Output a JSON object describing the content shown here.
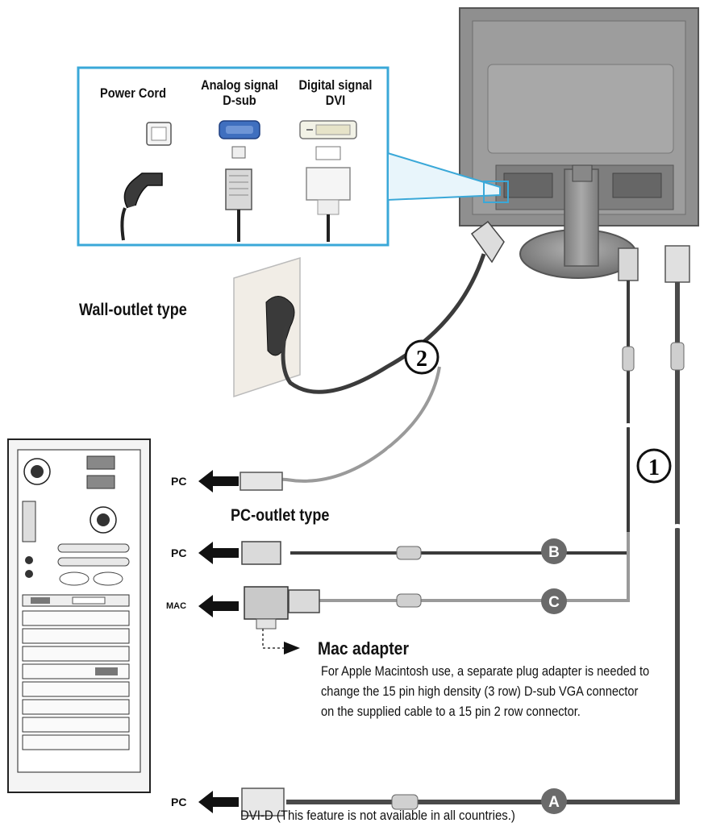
{
  "inset": {
    "power_cord": "Power Cord",
    "analog_line1": "Analog signal",
    "analog_line2": "D-sub",
    "digital_line1": "Digital signal",
    "digital_line2": "DVI"
  },
  "wall_outlet_label": "Wall-outlet type",
  "pc_outlet_label": "PC-outlet type",
  "markers": {
    "step_two": "2",
    "step_one": "1",
    "cable_a": "A",
    "cable_b": "B",
    "cable_c": "C"
  },
  "arrows": {
    "pc_power": "PC",
    "pc_dsub": "PC",
    "mac": "MAC",
    "pc_dvi": "PC"
  },
  "mac_adapter": {
    "title": "Mac adapter",
    "description": "For Apple Macintosh use, a  separate plug adapter is needed to change the 15 pin high density (3 row) D-sub VGA connector on the supplied cable to a 15 pin  2 row connector."
  },
  "footnote": "DVI-D (This feature is not available in all countries.)",
  "colors": {
    "inset_border": "#3aa8d8",
    "cable_dark": "#3b3b3b",
    "cable_gray": "#9a9a9a",
    "badge": "#6a6a6a",
    "monitor": "#8f8f8f"
  }
}
